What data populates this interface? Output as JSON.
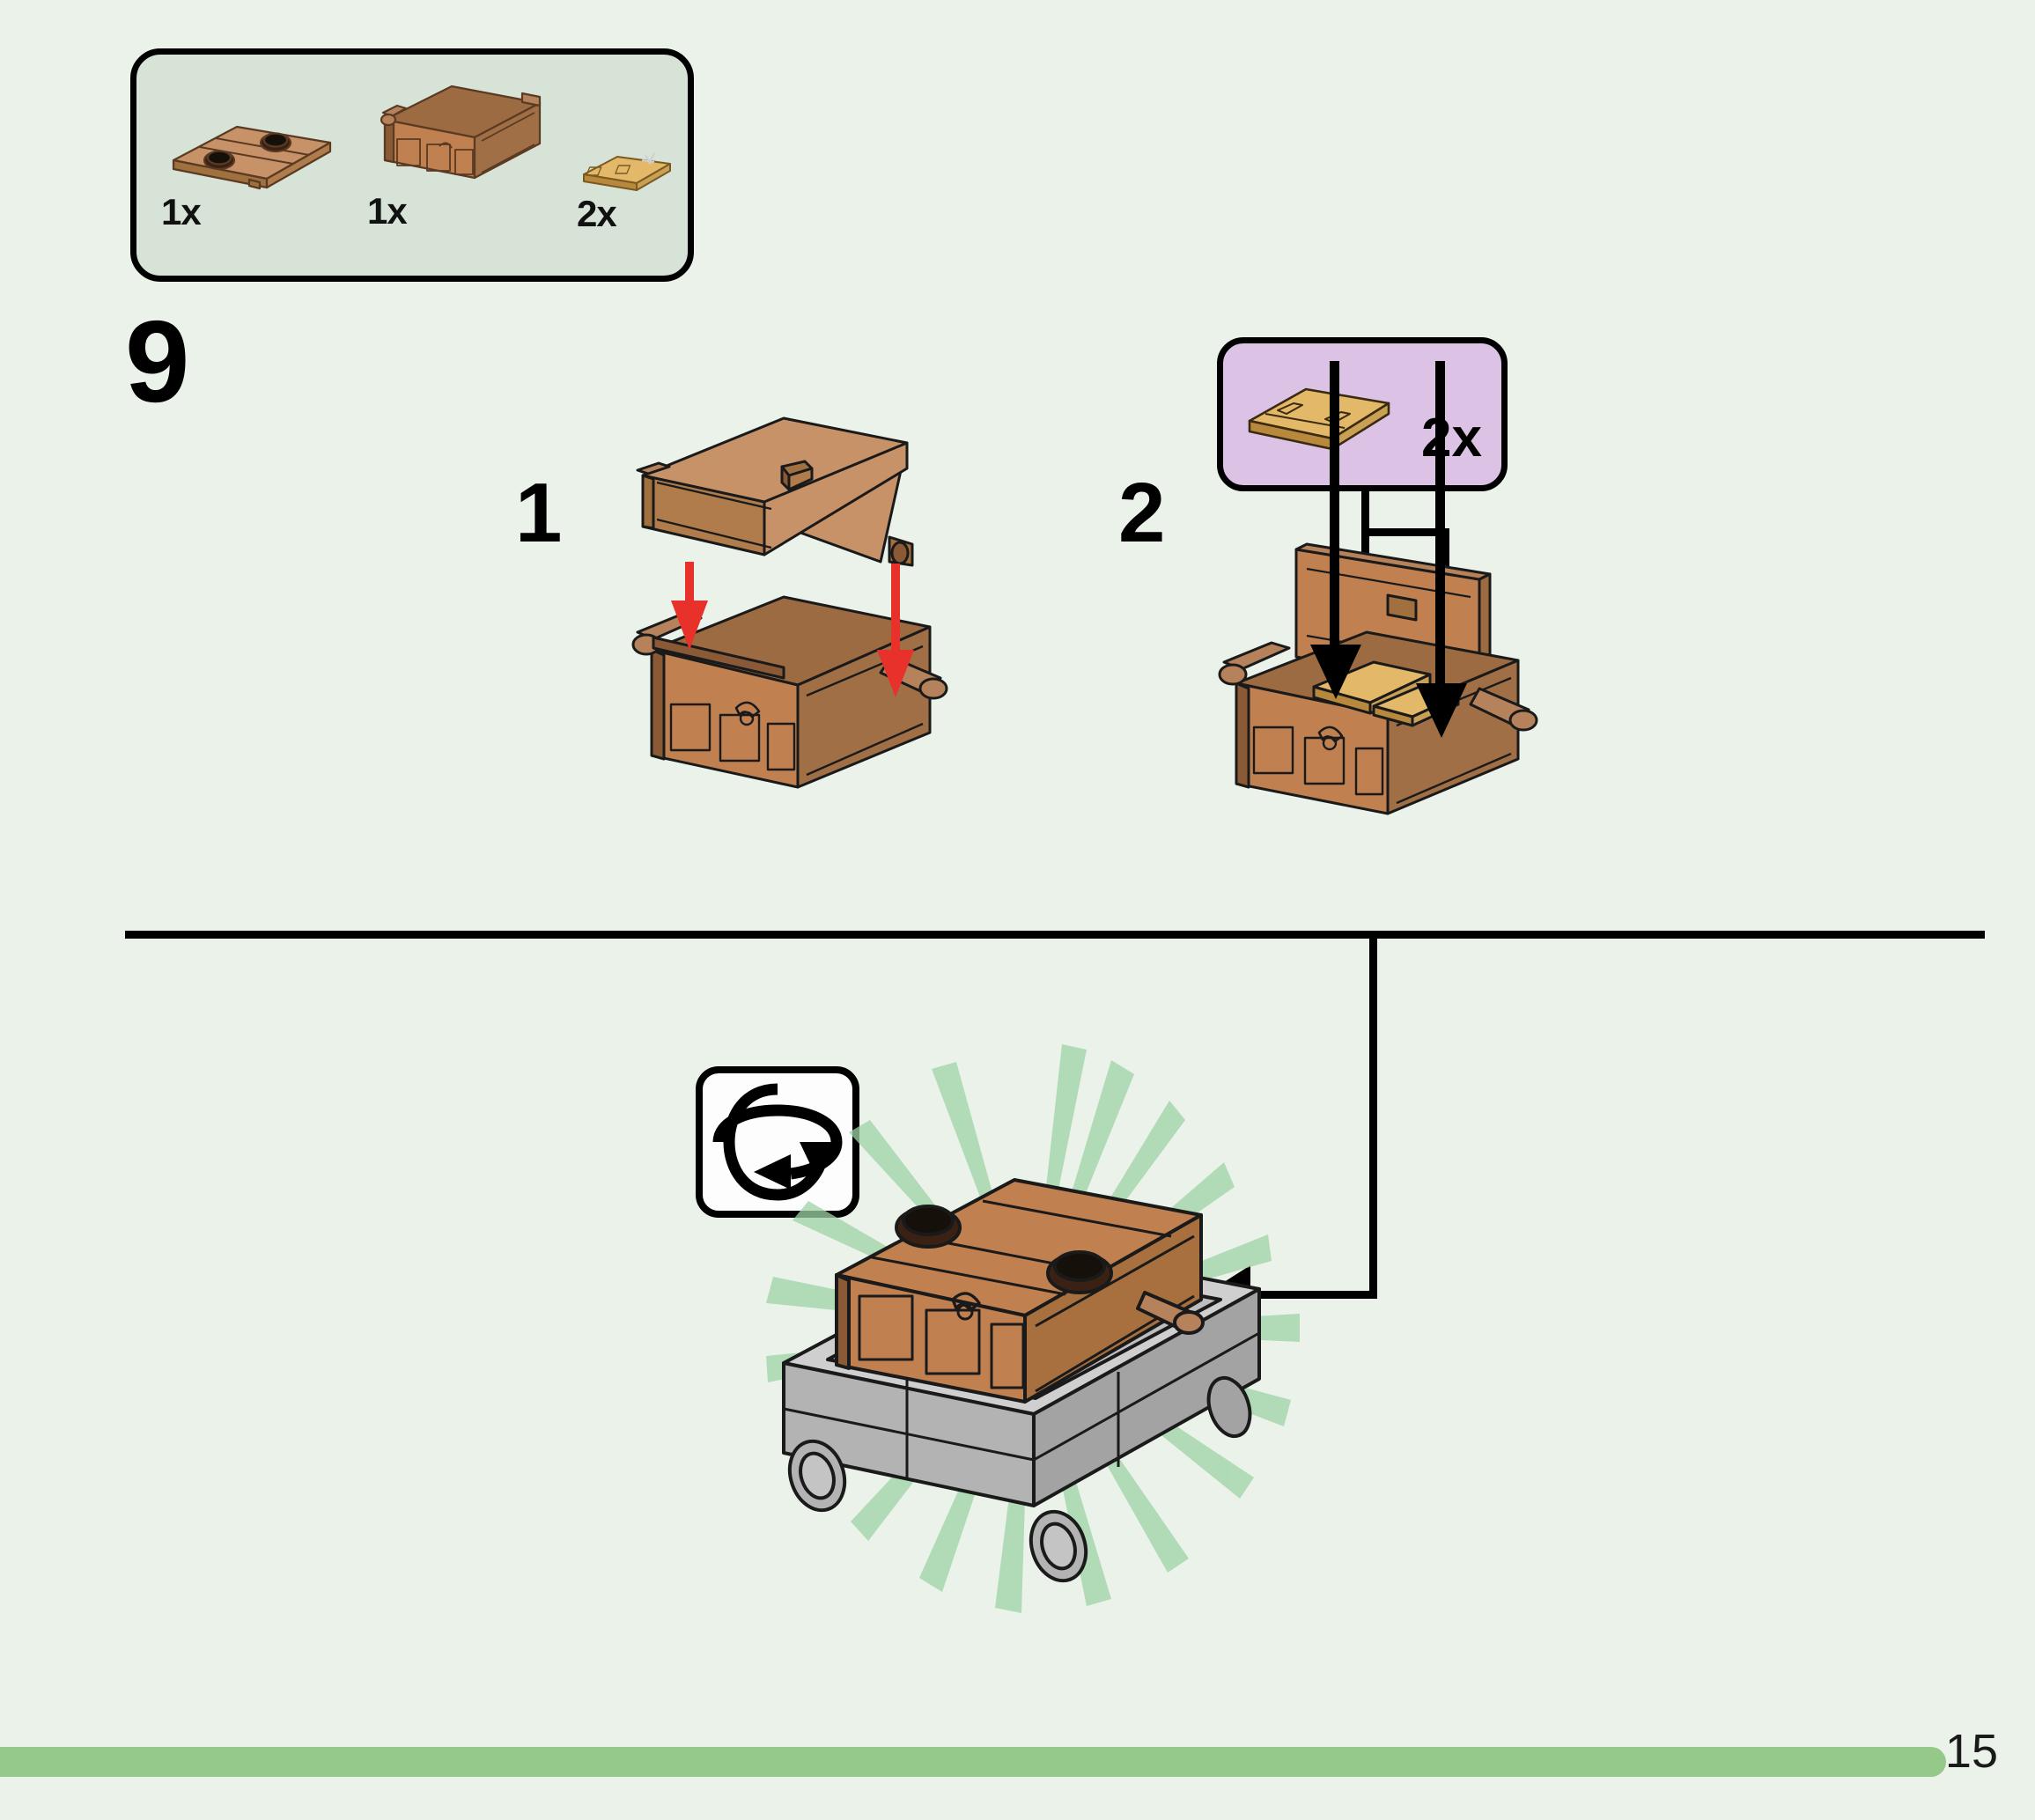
{
  "page": {
    "number": "15",
    "background_color": "#eaf2ea",
    "progress_bar_color": "#95c98a"
  },
  "parts_inventory": {
    "box_color": "#d7e3d6",
    "items": [
      {
        "name": "chest-lid",
        "quantity": "1x",
        "color": "#b6825c"
      },
      {
        "name": "chest-base",
        "quantity": "1x",
        "color": "#b6825c"
      },
      {
        "name": "gold-ingot-tile",
        "quantity": "2x",
        "color": "#e0b261"
      }
    ]
  },
  "step": {
    "number": "9",
    "substeps": [
      {
        "number": "1",
        "name": "attach-chest-lid"
      },
      {
        "number": "2",
        "name": "insert-gold-ingots"
      }
    ]
  },
  "callout": {
    "quantity": "2x",
    "background_color": "#dcc3e6",
    "part_name": "gold-ingot-tile"
  },
  "result": {
    "rotate_icon": "rotate-model-icon",
    "model_name": "minecart-with-chest",
    "chest_color": "#c08050",
    "cart_color": "#b3b3b3",
    "starburst_color": "#9fd4a5"
  },
  "colors": {
    "brown_light": "#c79268",
    "brown_mid": "#b6825c",
    "brown_dark": "#8a5a36",
    "outline": "#1a1a1a",
    "gold_light": "#f0cd86",
    "gold_mid": "#dfab55",
    "gold_dark": "#b8893c",
    "gray_light": "#cfcfcf",
    "gray_mid": "#b3b3b3",
    "gray_dark": "#8f8f8f",
    "arrow_red": "#e8312a",
    "green_burst": "#9fd4a5"
  }
}
